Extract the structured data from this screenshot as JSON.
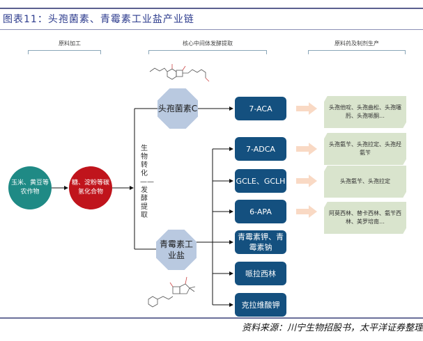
{
  "title": "图表11：头孢菌素、青霉素工业盐产业链",
  "source": "资料来源：川宁生物招股书，太平洋证券整理",
  "sections": {
    "raw_processing": "原料加工",
    "fermentation": "核心中间体发酵提取",
    "api_production": "原料药及制剂生产"
  },
  "nodes": {
    "crops": "玉米、黄豆等农作物",
    "carbs": "糖、淀粉等碳氢化合物",
    "cephalosporin_c": "头孢菌素C",
    "penicillin_salt": "青霉素工业盐"
  },
  "process_label": "生物转化——发酵提取",
  "intermediates": [
    "7-ACA",
    "7-ADCA",
    "GCLE、GCLH",
    "6-APA",
    "青霉素钾、青霉素钠",
    "哌拉西林",
    "克拉维酸钾"
  ],
  "products": [
    "头孢他啶、头孢曲松、头孢噻肟、头孢哌酮…",
    "头孢氨苄、头孢拉定、头孢羟氨苄",
    "头孢氨苄、头孢拉定",
    "阿莫西林、替卡西林、氨苄西林、美罗培南…"
  ],
  "colors": {
    "crops_circle": "#1f8a85",
    "carbs_circle": "#c0141c",
    "octagon": "#b9c9e0",
    "intermediate_box": "#14507f",
    "product_box": "#d9e4cd",
    "flow_arrow": "#f9d9c4",
    "title_text": "#2b3a8c"
  }
}
